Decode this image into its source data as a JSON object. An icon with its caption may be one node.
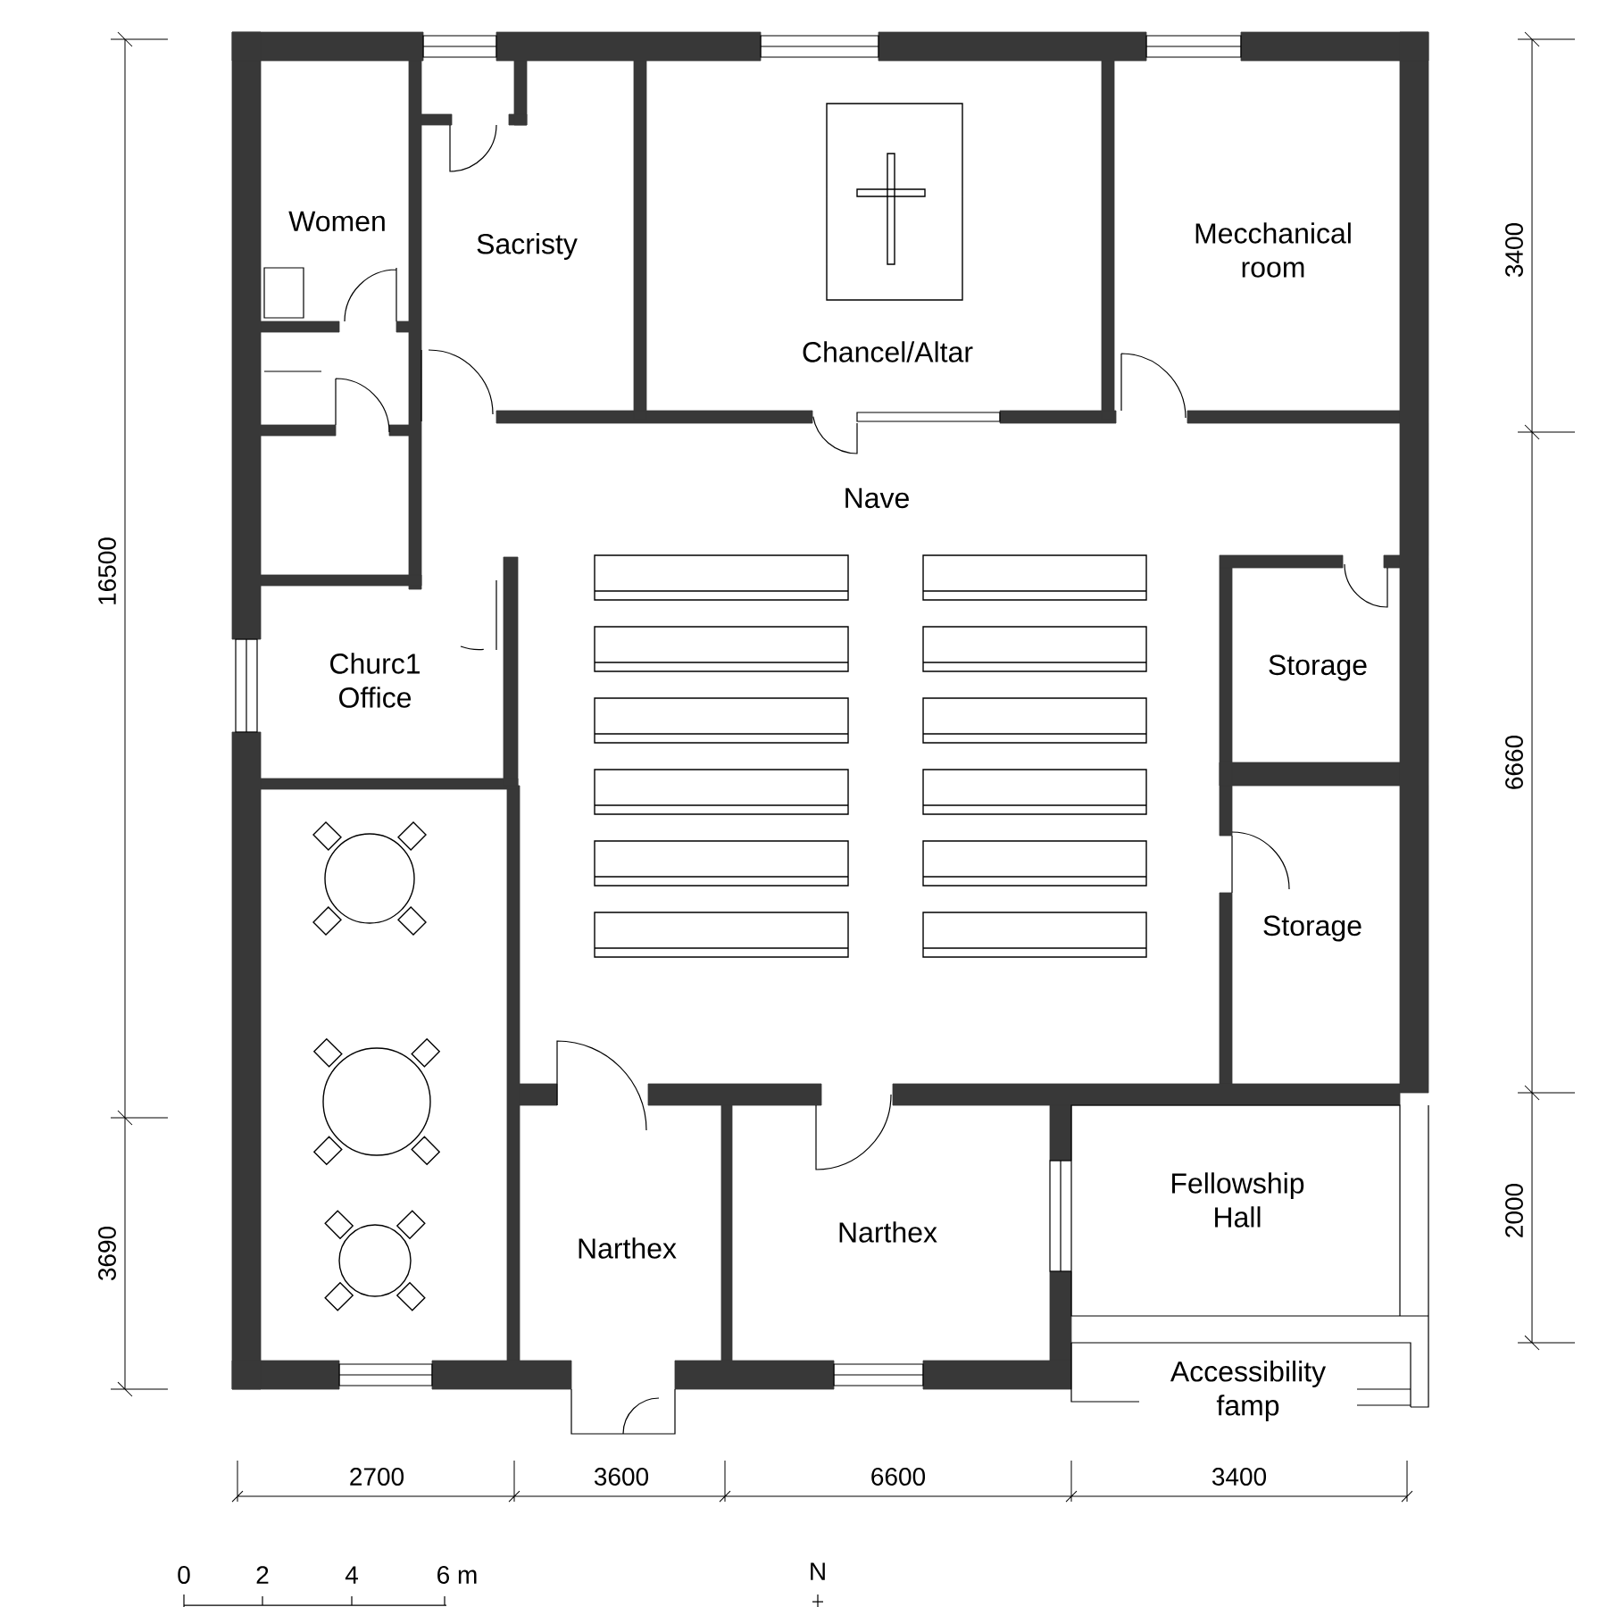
{
  "diagram": {
    "nodes": [
      {
        "text": [
          "Women"
        ]
      },
      {
        "text": [
          "Sacristy"
        ]
      },
      {
        "text": [
          "Chancel/Altar"
        ]
      },
      {
        "text": [
          "Mecchanical room"
        ]
      },
      {
        "text": [
          "Nave"
        ]
      },
      {
        "text": [
          "Churc1 Office"
        ]
      },
      {
        "text": [
          "Storage"
        ]
      },
      {
        "text": [
          "Storage"
        ]
      },
      {
        "text": [
          "Narthex"
        ]
      },
      {
        "text": [
          "Narthex"
        ]
      },
      {
        "text": [
          "Fellowship Hall"
        ]
      },
      {
        "text": [
          "Accessibility famp"
        ]
      }
    ],
    "labels": [
      "16500",
      "3690",
      "3400",
      "6660",
      "2000",
      "2700",
      "3600",
      "6600",
      "3400",
      "0",
      "2",
      "4",
      "6 m",
      "N"
    ]
  }
}
